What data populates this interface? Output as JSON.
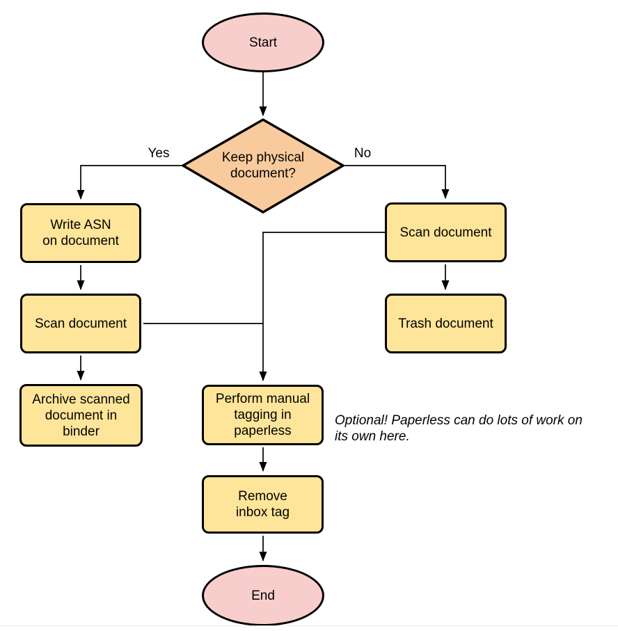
{
  "diagram": {
    "type": "flowchart",
    "nodes": {
      "start": {
        "shape": "terminator",
        "label": "Start"
      },
      "decision": {
        "shape": "decision",
        "label": "Keep physical\ndocument?"
      },
      "write_asn": {
        "shape": "process",
        "label": "Write ASN\non document"
      },
      "scan_left": {
        "shape": "process",
        "label": "Scan document"
      },
      "archive": {
        "shape": "process",
        "label": "Archive scanned\ndocument in\nbinder"
      },
      "scan_right": {
        "shape": "process",
        "label": "Scan document"
      },
      "trash": {
        "shape": "process",
        "label": "Trash document"
      },
      "tagging": {
        "shape": "process",
        "label": "Perform manual\ntagging in\npaperless"
      },
      "remove_inbox": {
        "shape": "process",
        "label": "Remove\ninbox tag"
      },
      "end": {
        "shape": "terminator",
        "label": "End"
      }
    },
    "edges": [
      {
        "from": "start",
        "to": "decision",
        "label": ""
      },
      {
        "from": "decision",
        "to": "write_asn",
        "label": "Yes"
      },
      {
        "from": "decision",
        "to": "scan_right",
        "label": "No"
      },
      {
        "from": "write_asn",
        "to": "scan_left",
        "label": ""
      },
      {
        "from": "scan_left",
        "to": "archive",
        "label": ""
      },
      {
        "from": "scan_left",
        "to": "tagging",
        "label": ""
      },
      {
        "from": "scan_right",
        "to": "trash",
        "label": ""
      },
      {
        "from": "scan_right",
        "to": "tagging",
        "label": ""
      },
      {
        "from": "tagging",
        "to": "remove_inbox",
        "label": ""
      },
      {
        "from": "remove_inbox",
        "to": "end",
        "label": ""
      }
    ],
    "annotation": "Optional! Paperless can do lots of work on\nits own here.",
    "colors": {
      "terminator_fill": "#f8cecc",
      "decision_fill": "#f9cb9c",
      "process_fill": "#ffe599",
      "stroke": "#000000",
      "text": "#000000"
    }
  }
}
